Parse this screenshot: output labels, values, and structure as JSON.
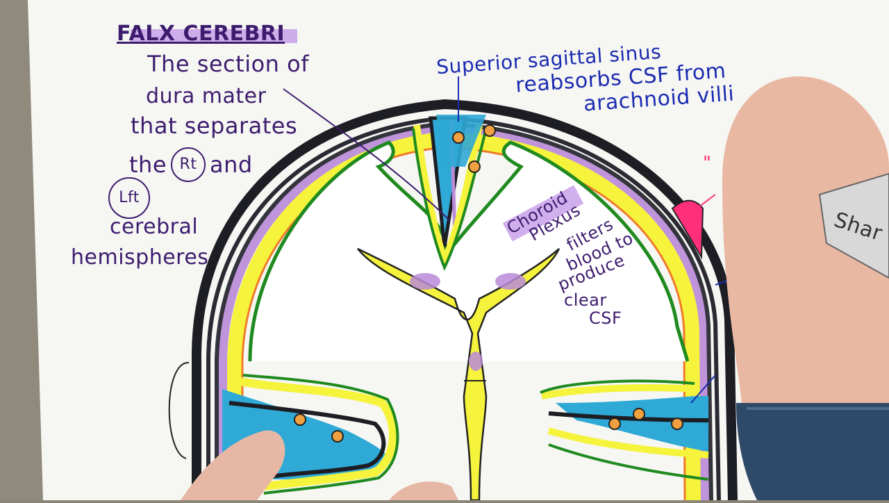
{
  "labels": {
    "falx_title": "FALX CEREBRI",
    "falx_line1": "The section of",
    "falx_line2": "dura mater",
    "falx_line3": "that separates",
    "falx_line4_a": "the",
    "falx_line4_rt": "Rt",
    "falx_line4_b": "and",
    "falx_line5_lft": "Lft",
    "falx_line6": "cerebral",
    "falx_line7": "hemispheres",
    "sinus_line1": "Superior sagittal sinus",
    "sinus_line2": "reabsorbs CSF from",
    "sinus_line3": "arachnoid villi",
    "choroid_line1": "Choroid",
    "choroid_line2": "Plexus",
    "choroid_line3": "filters",
    "choroid_line4": "blood to",
    "choroid_line5": "produce",
    "choroid_line6": "clear",
    "choroid_line7": "CSF",
    "marker_brand": "Shar",
    "edge_mark": "\""
  },
  "colors": {
    "paper": "#f7f7f4",
    "ink_purple": "#3d1c6e",
    "ink_blue": "#1b2bb0",
    "dura_black": "#1d1d24",
    "arachnoid_purple": "#b98ad8",
    "csf_yellow": "#f5f33c",
    "pia_green": "#1f8a1f",
    "sinus_blue": "#2fa9d6",
    "pia_orange": "#f07a2a",
    "pink_highlight": "#ff2f7a",
    "skin": "#e9b8a2"
  }
}
